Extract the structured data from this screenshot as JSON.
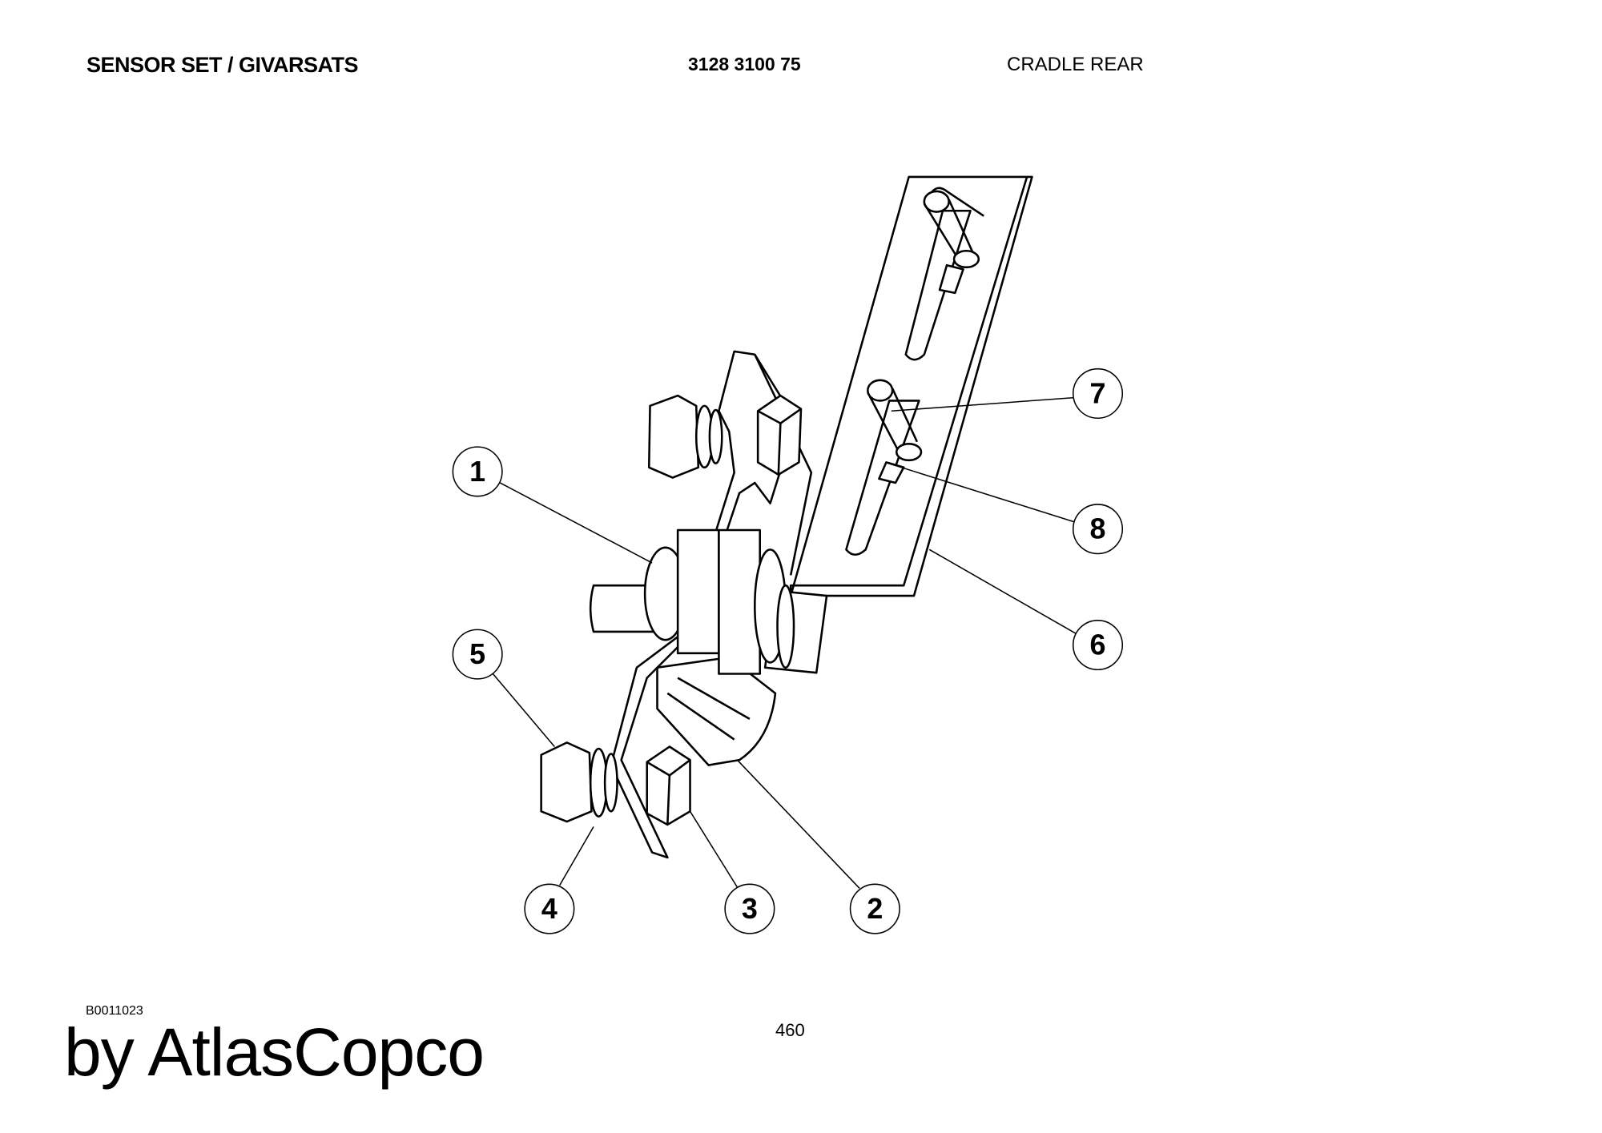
{
  "header": {
    "title": "SENSOR SET / GIVARSATS",
    "part_number": "3128 3100 75",
    "section": "CRADLE REAR"
  },
  "footer": {
    "drawing_id": "B0011023",
    "page_number": "460",
    "brand": "by AtlasCopco"
  },
  "callouts": [
    {
      "label": "1"
    },
    {
      "label": "2"
    },
    {
      "label": "3"
    },
    {
      "label": "4"
    },
    {
      "label": "5"
    },
    {
      "label": "6"
    },
    {
      "label": "7"
    },
    {
      "label": "8"
    }
  ]
}
